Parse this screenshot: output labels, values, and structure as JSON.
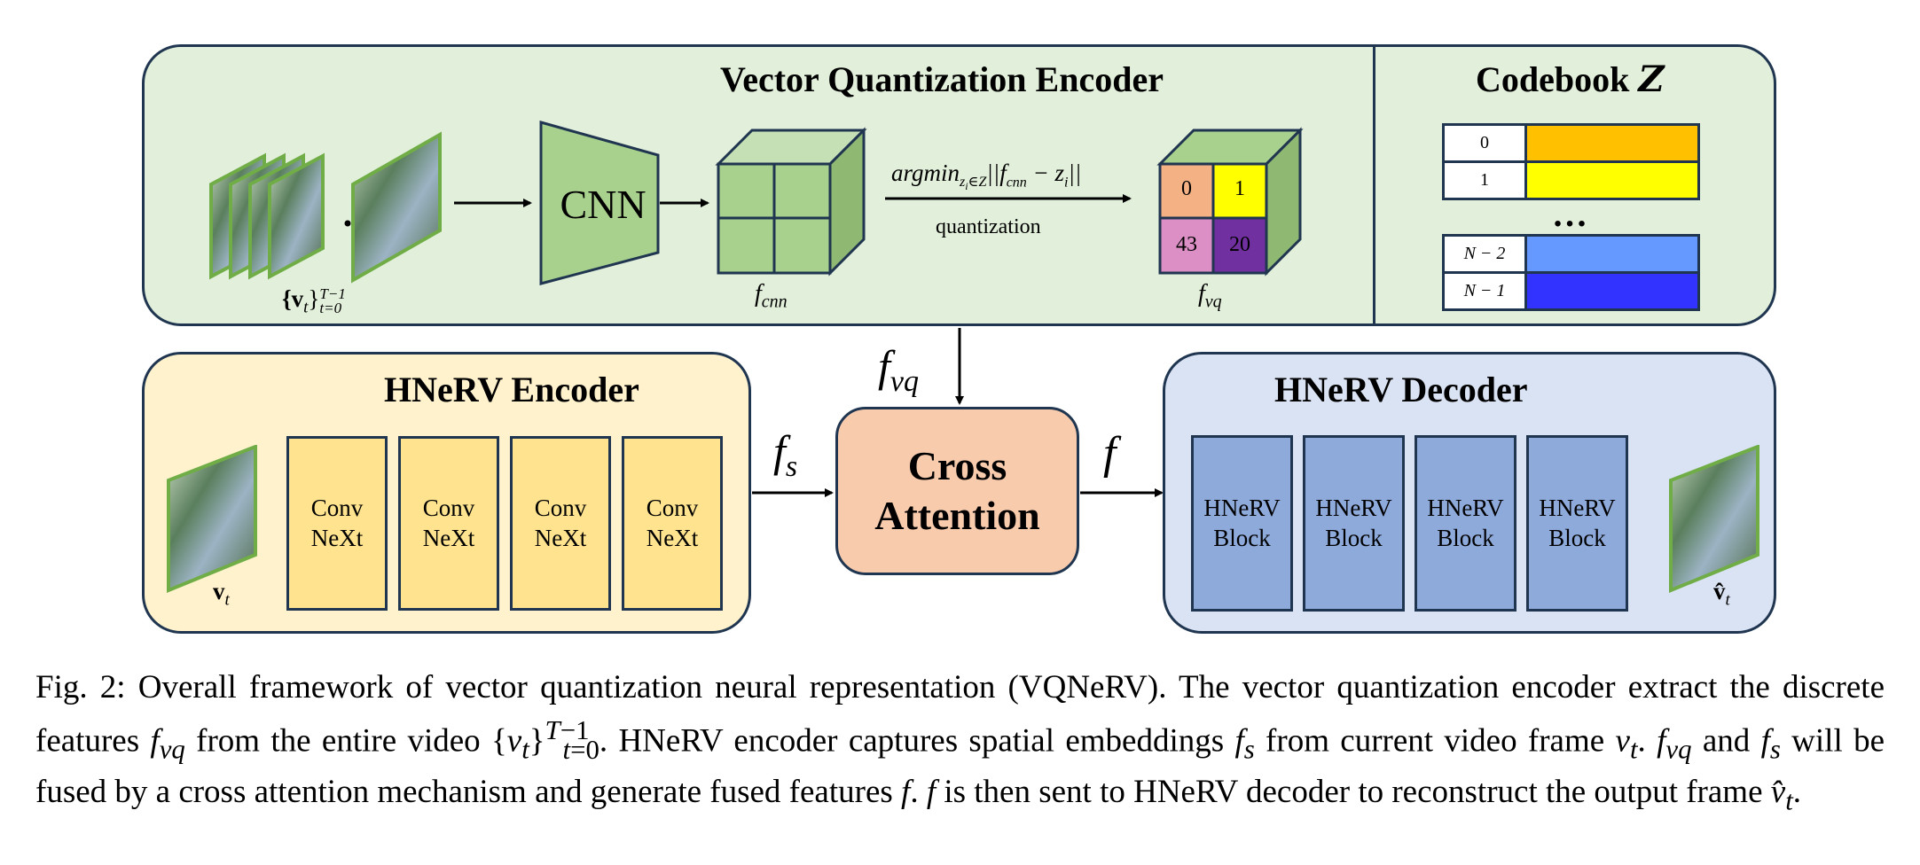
{
  "vq_encoder": {
    "title": "Vector Quantization Encoder",
    "cnn_label": "CNN",
    "frames_label_main": "{v",
    "frames_label_sub": "t",
    "frames_label_close": "}",
    "frames_label_sup": "T−1",
    "frames_label_lower": "t=0",
    "f_cnn_main": "f",
    "f_cnn_sub": "cnn",
    "argmin_main": "argmin",
    "argmin_sub": "z",
    "argmin_sub2": "i",
    "argmin_sub3": "∈Z",
    "argmin_rest": "||f",
    "argmin_rest_sub": "cnn",
    "argmin_rest2": " − z",
    "argmin_rest2_sub": "i",
    "argmin_rest3": "||",
    "quantization_label": "quantization",
    "quant_cells": [
      "0",
      "1",
      "43",
      "20"
    ],
    "f_vq_main": "f",
    "f_vq_sub": "vq"
  },
  "codebook": {
    "title": "Codebook",
    "title_symbol": "Z",
    "rows": [
      {
        "index": "0",
        "color": "#ffc000"
      },
      {
        "index": "1",
        "color": "#ffff00"
      },
      {
        "index": "N − 2",
        "color": "#6699ff"
      },
      {
        "index": "N − 1",
        "color": "#3333ff"
      }
    ],
    "ellipsis": "…"
  },
  "hnerv_encoder": {
    "title": "HNeRV Encoder",
    "blocks": [
      "Conv\nNeXt",
      "Conv\nNeXt",
      "Conv\nNeXt",
      "Conv\nNeXt"
    ],
    "input_label": "v",
    "input_sub": "t"
  },
  "cross_attention": {
    "label_line1": "Cross",
    "label_line2": "Attention",
    "input_top_main": "f",
    "input_top_sub": "vq",
    "input_left_main": "f",
    "input_left_sub": "s",
    "output_main": "f"
  },
  "hnerv_decoder": {
    "title": "HNeRV Decoder",
    "blocks": [
      "HNeRV\nBlock",
      "HNeRV\nBlock",
      "HNeRV\nBlock",
      "HNeRV\nBlock"
    ],
    "output_label": "v̂",
    "output_sub": "t"
  },
  "caption": {
    "text": "Fig. 2: Overall framework of vector quantization neural representation (VQNeRV). The vector quantization encoder extract the discrete features f_vq from the entire video {v_t}_{t=0}^{T−1}. HNeRV encoder captures spatial embeddings f_s from current video frame v_t. f_vq and f_s will be fused by a cross attention mechanism and generate fused features f. f is then sent to HNeRV decoder to reconstruct the output frame v̂_t.",
    "p1": "Fig. 2: Overall framework of vector quantization neural representation (VQNeRV). The vector quantization encoder extract the discrete features ",
    "p2": " from the entire video ",
    "p3": ". HNeRV encoder captures spatial embeddings ",
    "p4": " from current video frame ",
    "p5": " and ",
    "p6": " will be fused by a cross attention mechanism and generate fused features ",
    "p7": " is then sent to HNeRV decoder to reconstruct the output frame ",
    "p8": "."
  },
  "colors": {
    "vq_panel": "#e2efda",
    "enc_panel": "#fff2cc",
    "dec_panel": "#dae3f3",
    "cross_attention": "#f8cbad",
    "cnn": "#a9d18e",
    "border": "#1f3550"
  }
}
